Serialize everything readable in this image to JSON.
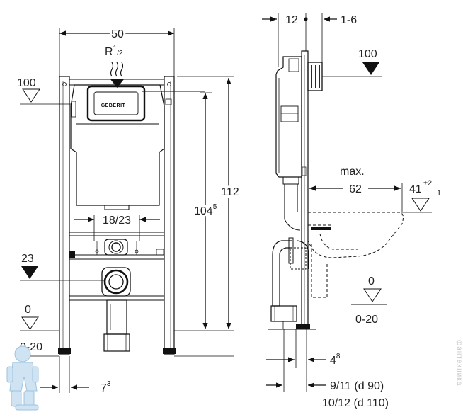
{
  "front_view": {
    "width_label": "50",
    "connection_label_base": "R",
    "connection_label_sup": "1",
    "connection_label_sub": "/2",
    "level_100": "100",
    "level_23": "23",
    "level_0": "0",
    "level_0_20": "0-20",
    "height_112": "112",
    "height_104_base": "104",
    "height_104_sup": "5",
    "spacing_label": "18/23",
    "foot_offset_base": "7",
    "foot_offset_sup": "3",
    "brand_text": "GEBERIT"
  },
  "side_view": {
    "top_12": "12",
    "top_1_6": "1-6",
    "level_100": "100",
    "max_label": "max.",
    "depth_62": "62",
    "level_41_base": "41",
    "level_41_tol_plus": "±2",
    "level_41_tol_minus": "1",
    "level_0": "0",
    "level_0_20": "0-20",
    "offset_4_base": "4",
    "offset_4_sup": "8",
    "pipe_d90": "9/11 (d 90)",
    "pipe_d110": "10/12 (d 110)"
  },
  "watermark": {
    "text": "фантехника"
  },
  "colors": {
    "line": "#111111",
    "logo_blue": "#cfe3f2"
  }
}
